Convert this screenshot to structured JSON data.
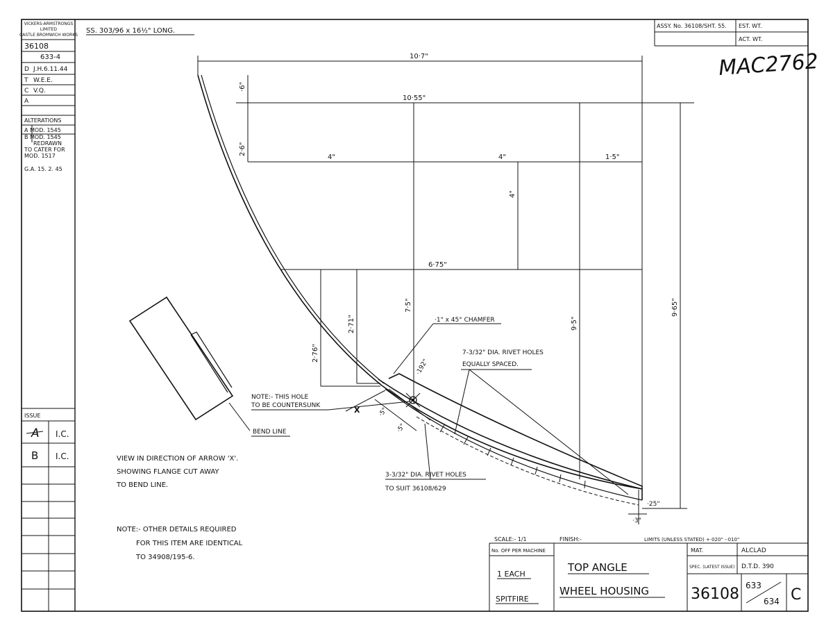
{
  "sidebar": {
    "company": [
      "VICKERS-ARMSTRONGS",
      "LIMITED",
      "CASTLE BROMWICH WORKS"
    ],
    "drawing_no": "36108",
    "sub_no": "633-4",
    "rows": [
      {
        "k": "D",
        "v": "J.H.6.11.44"
      },
      {
        "k": "T",
        "v": "W.E.E."
      },
      {
        "k": "C",
        "v": "V.Q."
      },
      {
        "k": "A",
        "v": ""
      }
    ],
    "alterations_title": "ALTERATIONS",
    "alterations": [
      "A  MOD. 1545",
      "B  MOD. 1545",
      "REDRAWN",
      "TO CATER FOR",
      "MOD. 1517",
      "G.A. 15. 2. 45"
    ],
    "issue_title": "ISSUE",
    "issues": [
      {
        "letter": "A",
        "by": "I.C."
      },
      {
        "letter": "B",
        "by": "I.C."
      }
    ]
  },
  "header": {
    "stock": "SS. 303/96 x 16½\" LONG.",
    "assy": "ASSY. No. 36108/SHT. 55.",
    "est_wt": "EST. WT.",
    "act_wt": "ACT. WT.",
    "handwritten": "MAC2762"
  },
  "dims": {
    "d_10_7": "10·7\"",
    "d_10_55": "10·55\"",
    "d_6": "·6\"",
    "d_2_6": "2·6\"",
    "d_4a": "4\"",
    "d_4b": "4\"",
    "d_1_5": "1·5\"",
    "d_4v": "4\"",
    "d_6_75": "6·75\"",
    "d_7_5": "7·5\"",
    "d_9_5": "9·5\"",
    "d_9_65": "9·65\"",
    "d_2_71": "2·71\"",
    "d_2_76": "2·76\"",
    "d_192": "·192\"",
    "d_5a": "·5\"",
    "d_5b": "·5\"",
    "d_x": "X",
    "d_25": "·25\"",
    "d_3": "·3\""
  },
  "notes": {
    "chamfer": "·1\" x 45° CHAMFER",
    "rivets7": [
      "7-3/32\" DIA. RIVET HOLES",
      "EQUALLY SPACED."
    ],
    "countersunk": [
      "NOTE:- THIS HOLE",
      "TO BE COUNTERSUNK"
    ],
    "bend_line": "BEND LINE",
    "view": [
      "VIEW IN DIRECTION OF ARROW 'X'.",
      "SHOWING FLANGE CUT AWAY",
      "TO BEND LINE."
    ],
    "rivets3": [
      "3-3/32\" DIA. RIVET HOLES",
      "TO SUIT 36108/629"
    ],
    "other": [
      "NOTE:- OTHER DETAILS REQUIRED",
      "FOR THIS ITEM ARE IDENTICAL",
      "TO 34908/195-6."
    ]
  },
  "title_block": {
    "scale": "SCALE:- 1/1",
    "finish": "FINISH:-",
    "limits": "LIMITS (UNLESS STATED) +·020\" -·010\"",
    "no_off": "No. OFF PER MACHINE",
    "qty": "1 EACH",
    "aircraft": "SPITFIRE",
    "title1": "TOP   ANGLE",
    "title2": "WHEEL  HOUSING",
    "mat_label": "MAT.",
    "mat_value": "ALCLAD",
    "spec_label": "SPEC. (LATEST ISSUE)",
    "spec_value": "D.T.D. 390",
    "part_no": "36108",
    "part_suffix_top": "633",
    "part_suffix_bottom": "634",
    "issue_letter": "C"
  }
}
